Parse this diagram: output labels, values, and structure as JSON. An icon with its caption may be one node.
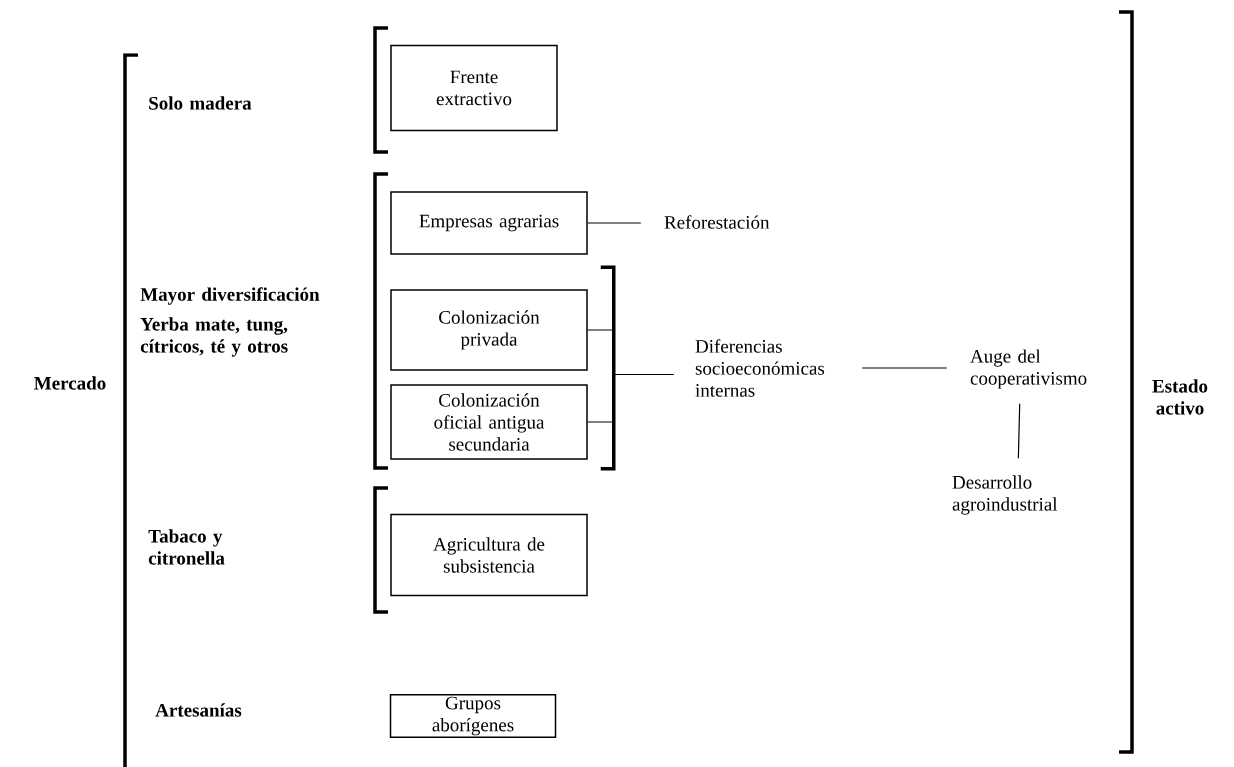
{
  "diagram": {
    "nodes": [
      {
        "text": [
          "Frente extractivo"
        ]
      },
      {
        "text": [
          "Empresas agrarias"
        ]
      },
      {
        "text": [
          "Colonización privada"
        ]
      },
      {
        "text": [
          "Colonización oficial antigua secundaria"
        ]
      },
      {
        "text": [
          "Agricultura de subsistencia"
        ]
      },
      {
        "text": [
          "Grupos aborígenes"
        ]
      },
      {
        "text": [
          "Reforestación"
        ]
      },
      {
        "text": [
          "Diferencias socioeconómicas internas"
        ]
      },
      {
        "text": [
          "Auge del cooperativismo"
        ]
      },
      {
        "text": [
          "Desarrollo agroindustrial"
        ]
      }
    ],
    "edges": [
      {
        "from": 1,
        "to": 6,
        "arrow": "none"
      },
      {
        "from": 2,
        "to": 7,
        "arrow": "none"
      },
      {
        "from": 3,
        "to": 7,
        "arrow": "none"
      },
      {
        "from": 7,
        "to": 8,
        "arrow": "none"
      },
      {
        "from": 8,
        "to": 9,
        "arrow": "none"
      }
    ],
    "labels": [
      "Solo madera",
      "Mayor diversificación",
      "Yerba mate, tung, cítricos, té y otros",
      "Mercado",
      "Tabaco y citronella",
      "Artesanías",
      "Estado activo"
    ]
  }
}
